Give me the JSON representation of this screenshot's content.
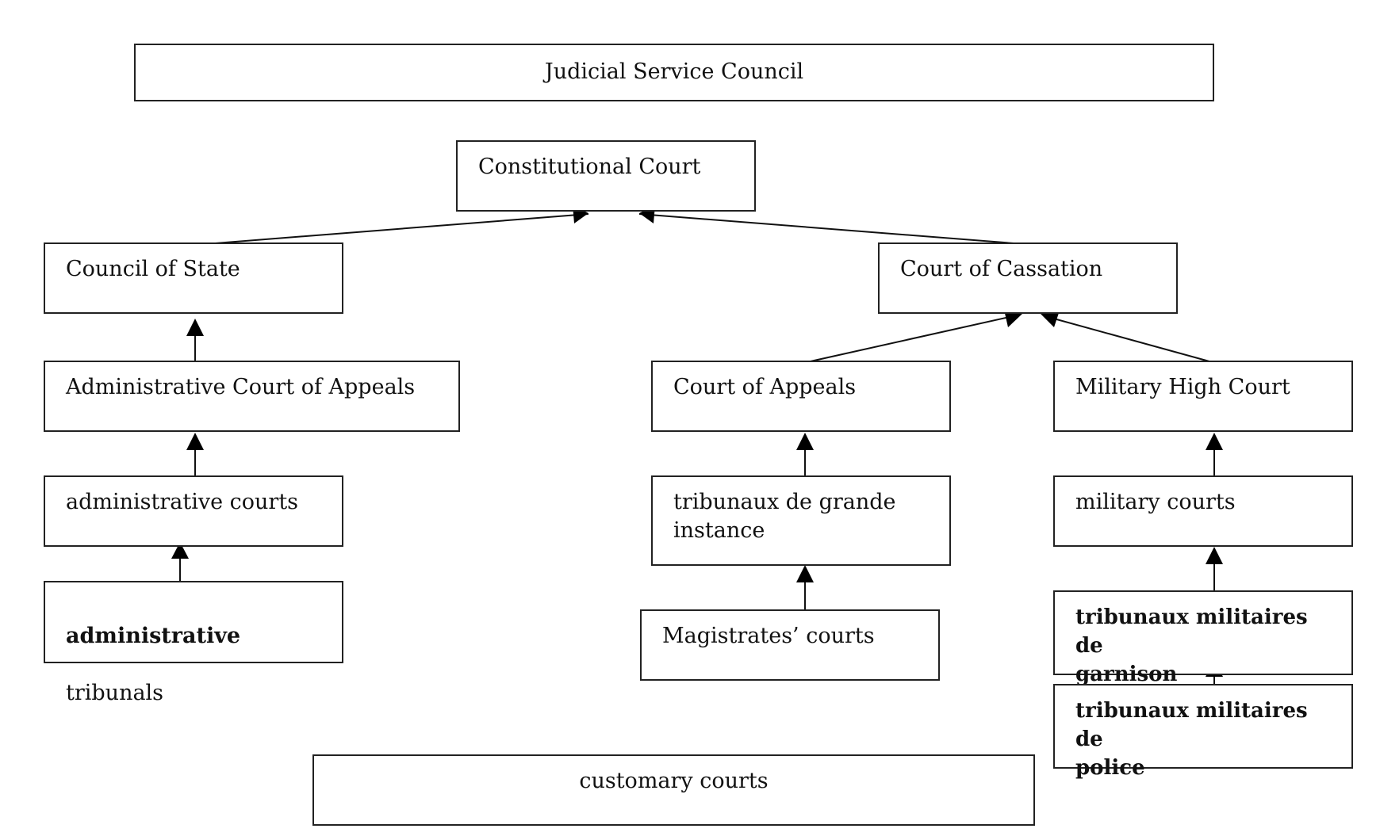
{
  "diagram": {
    "nodes": {
      "judicial_service_council": "Judicial Service Council",
      "constitutional_court": "Constitutional Court",
      "council_of_state": "Council of State",
      "court_of_cassation": "Court of Cassation",
      "administrative_court_of_appeals": "Administrative Court of Appeals",
      "court_of_appeals": "Court of Appeals",
      "military_high_court": "Military High Court",
      "administrative_courts": "administrative courts",
      "tribunaux_grande_instance": "tribunaux de grande\ninstance",
      "military_courts": "military courts",
      "administrative_tribunals_line1": "administrative",
      "administrative_tribunals_line2": "tribunals",
      "magistrates_courts": "Magistrates’ courts",
      "tribunaux_militaires_garnison": "tribunaux militaires de\ngarnison",
      "tribunaux_militaires_police": "tribunaux militaires de\npolice",
      "customary_courts": "customary courts"
    },
    "edges": [
      {
        "from": "Council of State",
        "to": "Constitutional Court"
      },
      {
        "from": "Court of Cassation",
        "to": "Constitutional Court"
      },
      {
        "from": "Administrative Court of Appeals",
        "to": "Council of State"
      },
      {
        "from": "administrative courts",
        "to": "Administrative Court of Appeals"
      },
      {
        "from": "administrative tribunals",
        "to": "administrative courts"
      },
      {
        "from": "Court of Appeals",
        "to": "Court of Cassation"
      },
      {
        "from": "Military High Court",
        "to": "Court of Cassation"
      },
      {
        "from": "tribunaux de grande instance",
        "to": "Court of Appeals"
      },
      {
        "from": "Magistrates’ courts",
        "to": "tribunaux de grande instance"
      },
      {
        "from": "military courts",
        "to": "Military High Court"
      },
      {
        "from": "tribunaux militaires de garnison",
        "to": "military courts"
      },
      {
        "from": "tribunaux militaires de police",
        "to": "tribunaux militaires de garnison"
      }
    ],
    "colors": {
      "stroke": "#222222",
      "text": "#111111",
      "background": "#ffffff"
    }
  }
}
